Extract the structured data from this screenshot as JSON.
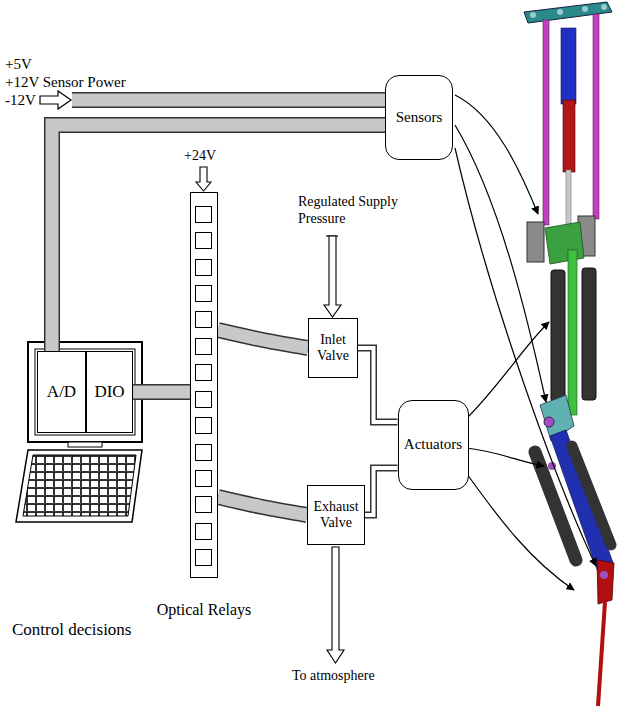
{
  "diagram": {
    "nodes": [
      {
        "text": [
          "Sensors"
        ]
      },
      {
        "text": [
          "A/D"
        ]
      },
      {
        "text": [
          "DIO"
        ]
      },
      {
        "text": [
          "Optical Relays"
        ]
      },
      {
        "text": [
          "Inlet Valve"
        ]
      },
      {
        "text": [
          "Exhaust Valve"
        ]
      },
      {
        "text": [
          "Actuators"
        ]
      }
    ],
    "edges": [
      {
        "from": 0,
        "to": 1,
        "arrow": "none"
      },
      {
        "from": 2,
        "to": 3,
        "arrow": "none"
      },
      {
        "from": 3,
        "to": 4,
        "arrow": "none"
      },
      {
        "from": 3,
        "to": 5,
        "arrow": "none"
      },
      {
        "from": 4,
        "to": 6,
        "arrow": "none"
      },
      {
        "from": 5,
        "to": 6,
        "arrow": "none"
      }
    ],
    "labels": [
      "+5V",
      "+12V Sensor Power",
      "-12V",
      "+24V",
      "Regulated Supply Pressure",
      "To atmosphere",
      "Control decisions"
    ]
  }
}
